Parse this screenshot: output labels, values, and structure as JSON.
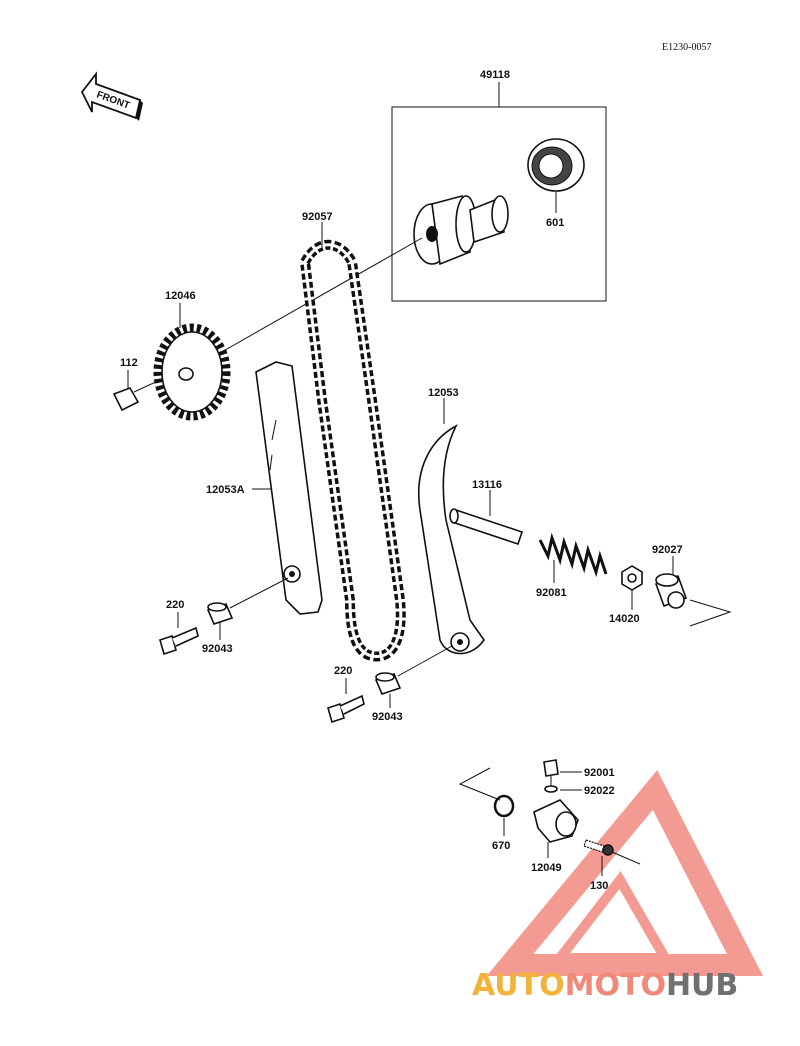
{
  "diagram": {
    "code": "E1230-0057",
    "front_label": "FRONT",
    "labels": {
      "camshaft_assy": "49118",
      "bearing": "601",
      "chain": "92057",
      "sprocket": "12046",
      "bolt_112": "112",
      "guide_left": "12053A",
      "guide_right": "12053",
      "push_rod": "13116",
      "spring": "92081",
      "nut": "14020",
      "collar_92027": "92027",
      "bolt_220_a": "220",
      "collar_a": "92043",
      "bolt_220_b": "220",
      "collar_b": "92043",
      "bolt_92001": "92001",
      "washer_92022": "92022",
      "oring": "670",
      "tensioner": "12049",
      "bolt_130": "130"
    }
  },
  "watermark": {
    "auto": "AUTO",
    "moto": "MOTO",
    "hub": "HUB",
    "colors": {
      "auto": "#f2b33a",
      "moto": "#ef8a7a",
      "hub": "#707070",
      "triangle": "#ef7a6e"
    }
  }
}
